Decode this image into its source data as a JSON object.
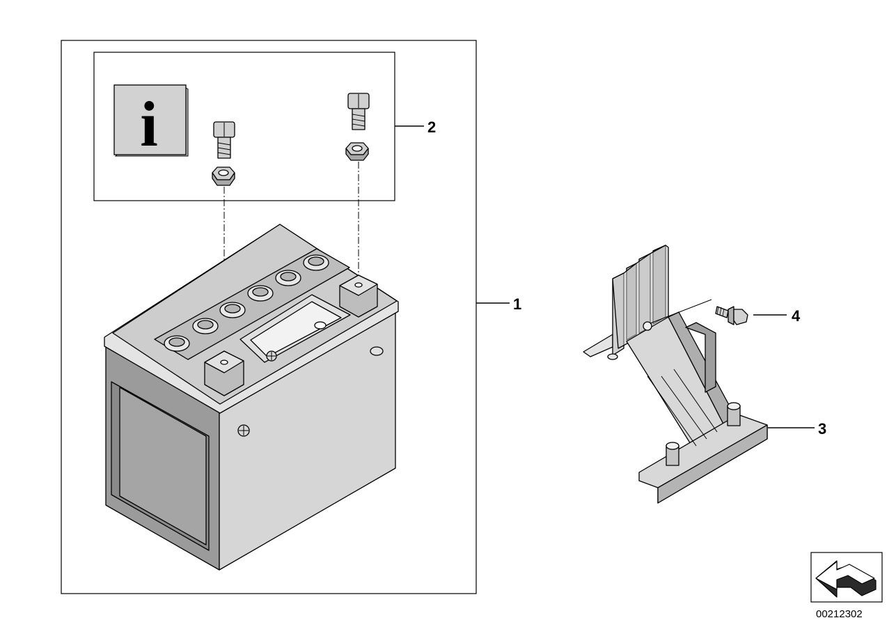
{
  "callouts": [
    {
      "id": "1",
      "label": "1"
    },
    {
      "id": "2",
      "label": "2"
    },
    {
      "id": "3",
      "label": "3"
    },
    {
      "id": "4",
      "label": "4"
    }
  ],
  "info_icon_glyph": "i",
  "document_id": "00212302",
  "colors": {
    "part_fill": "#cbcbcb",
    "part_shade": "#9a9a9a",
    "part_light": "#e6e6e6",
    "line": "#000000",
    "background": "#ffffff"
  },
  "icons": [
    "info-icon",
    "orientation-arrow-icon"
  ]
}
